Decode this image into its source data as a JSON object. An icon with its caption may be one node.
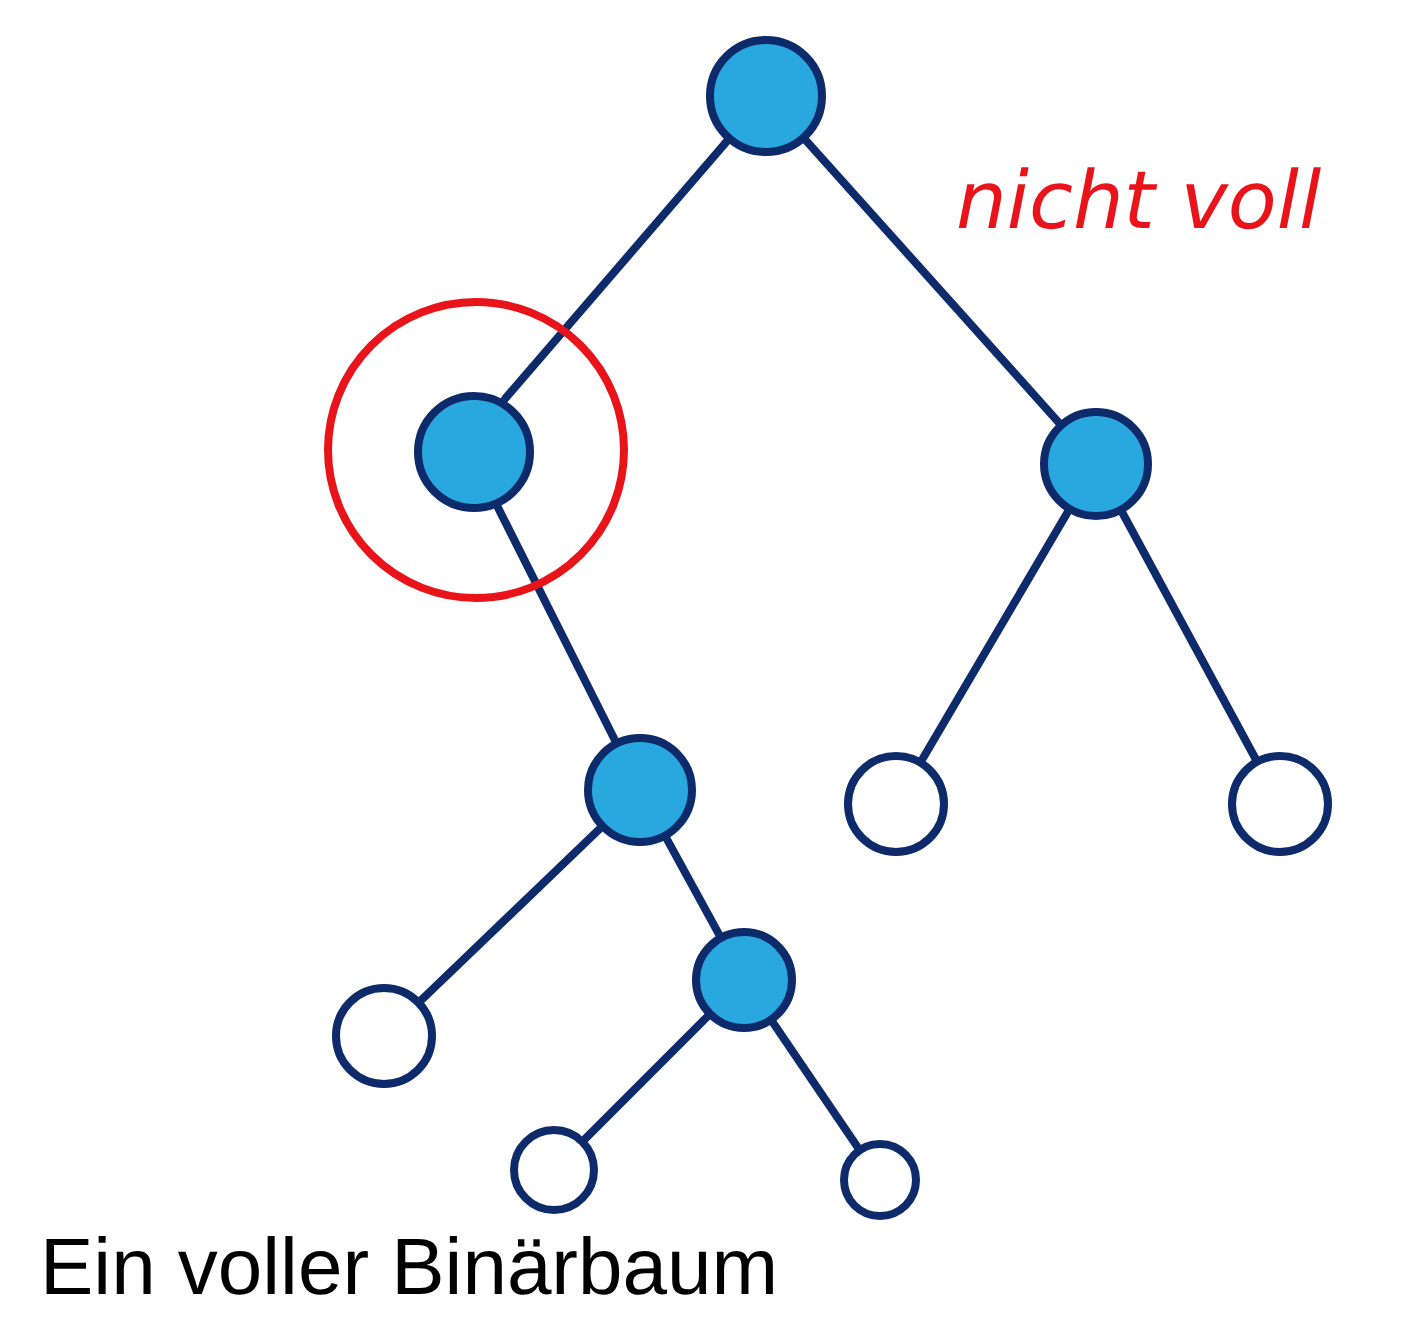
{
  "diagram": {
    "caption": "Ein voller Binärbaum",
    "nodes": [
      {
        "text": [],
        "shape": "circle"
      },
      {
        "text": [],
        "shape": "circle"
      },
      {
        "text": [],
        "shape": "circle",
        "in": 1
      },
      {
        "text": [],
        "shape": "circle"
      },
      {
        "text": [],
        "shape": "circle"
      },
      {
        "text": [],
        "shape": "circle"
      },
      {
        "text": [],
        "shape": "circle"
      },
      {
        "text": [],
        "shape": "circle"
      },
      {
        "text": [],
        "shape": "circle"
      },
      {
        "text": [],
        "shape": "circle"
      },
      {
        "text": [],
        "shape": "circle"
      }
    ],
    "edges": [
      {
        "from": 0,
        "to": 2,
        "arrow": "none"
      },
      {
        "from": 0,
        "to": 3,
        "arrow": "none"
      },
      {
        "from": 2,
        "to": 4,
        "arrow": "none"
      },
      {
        "from": 3,
        "to": 5,
        "arrow": "none"
      },
      {
        "from": 3,
        "to": 6,
        "arrow": "none"
      },
      {
        "from": 4,
        "to": 7,
        "arrow": "none"
      },
      {
        "from": 4,
        "to": 8,
        "arrow": "none"
      },
      {
        "from": 8,
        "to": 9,
        "arrow": "none"
      },
      {
        "from": 8,
        "to": 10,
        "arrow": "none"
      }
    ],
    "labels": [
      "nicht voll"
    ]
  }
}
